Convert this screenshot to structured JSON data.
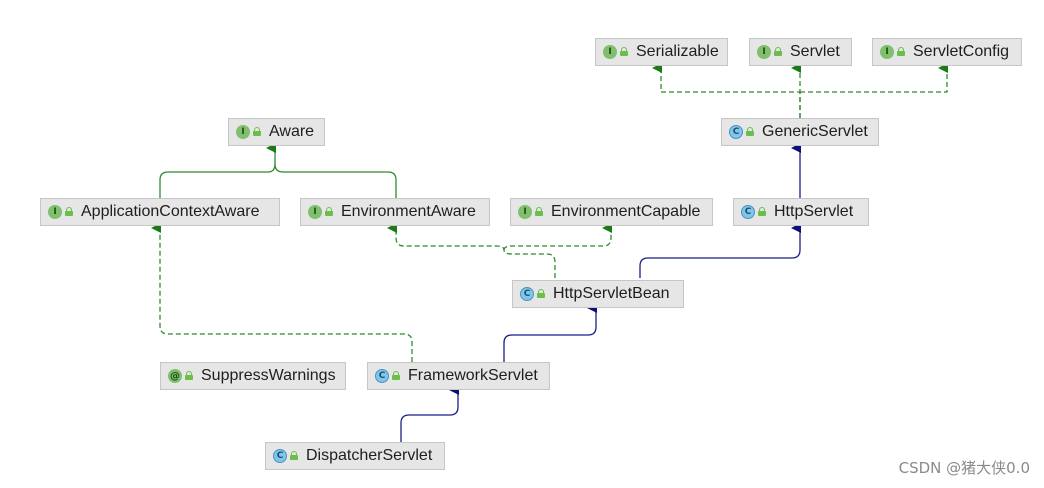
{
  "nodes": {
    "serializable": {
      "label": "Serializable",
      "kind": "interface",
      "kind_letter": "I"
    },
    "servlet": {
      "label": "Servlet",
      "kind": "interface",
      "kind_letter": "I"
    },
    "servlet_config": {
      "label": "ServletConfig",
      "kind": "interface",
      "kind_letter": "I"
    },
    "aware": {
      "label": "Aware",
      "kind": "interface",
      "kind_letter": "I"
    },
    "generic_servlet": {
      "label": "GenericServlet",
      "kind": "class",
      "kind_letter": "C"
    },
    "application_context_aware": {
      "label": "ApplicationContextAware",
      "kind": "interface",
      "kind_letter": "I"
    },
    "environment_aware": {
      "label": "EnvironmentAware",
      "kind": "interface",
      "kind_letter": "I"
    },
    "environment_capable": {
      "label": "EnvironmentCapable",
      "kind": "interface",
      "kind_letter": "I"
    },
    "http_servlet": {
      "label": "HttpServlet",
      "kind": "class",
      "kind_letter": "C"
    },
    "http_servlet_bean": {
      "label": "HttpServletBean",
      "kind": "class",
      "kind_letter": "C"
    },
    "suppress_warnings": {
      "label": "SuppressWarnings",
      "kind": "annotation",
      "kind_letter": "@"
    },
    "framework_servlet": {
      "label": "FrameworkServlet",
      "kind": "class",
      "kind_letter": "C"
    },
    "dispatcher_servlet": {
      "label": "DispatcherServlet",
      "kind": "class",
      "kind_letter": "C"
    }
  },
  "colors": {
    "implements_edge": "#2e8b2e",
    "extends_edge": "#1a1f8c",
    "interface_extends_edge": "#2e8b2e",
    "implements_arrow": "#1a7a1a",
    "extends_arrow": "#0b0f7a"
  },
  "watermark": "CSDN @猪大侠0.0"
}
